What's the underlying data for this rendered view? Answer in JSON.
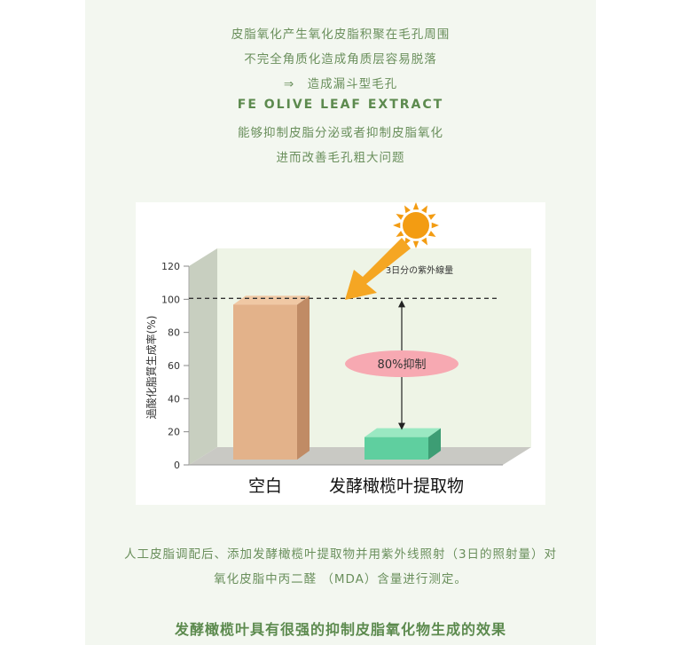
{
  "intro": {
    "line1": "皮脂氧化产生氧化皮脂积聚在毛孔周围",
    "line2": "不完全角质化造成角质层容易脱落",
    "line3": "⇒　造成漏斗型毛孔",
    "line4": "FE OLIVE LEAF EXTRACT",
    "line5": "能够抑制皮脂分泌或者抑制皮脂氧化",
    "line6": "进而改善毛孔粗大问题"
  },
  "chart_data": {
    "type": "bar",
    "categories": [
      "空白",
      "发酵橄榄叶提取物"
    ],
    "values": [
      100,
      20
    ],
    "ylabel": "過酸化脂質生成率(%)",
    "ylim": [
      0,
      120
    ],
    "yticks": [
      0,
      20,
      40,
      60,
      80,
      100,
      120
    ],
    "annotations": {
      "uv_label": "3日分の紫外線量",
      "inhibition_label": "80%抑制"
    },
    "colors": {
      "bar_blank": "#e3b28a",
      "bar_extract": "#5fcf9f",
      "inhibition_ellipse": "#f7a9b2",
      "backwall": "#eef4e6",
      "sun": "#f39c12",
      "arrow": "#f5a623"
    }
  },
  "caption": {
    "line1": "人工皮脂调配后、添加发酵橄榄叶提取物并用紫外线照射（3日的照射量）对",
    "line2": "氧化皮脂中丙二醛 （MDA）含量进行测定。"
  },
  "conclusion": "发酵橄榄叶具有很强的抑制皮脂氧化物生成的效果"
}
